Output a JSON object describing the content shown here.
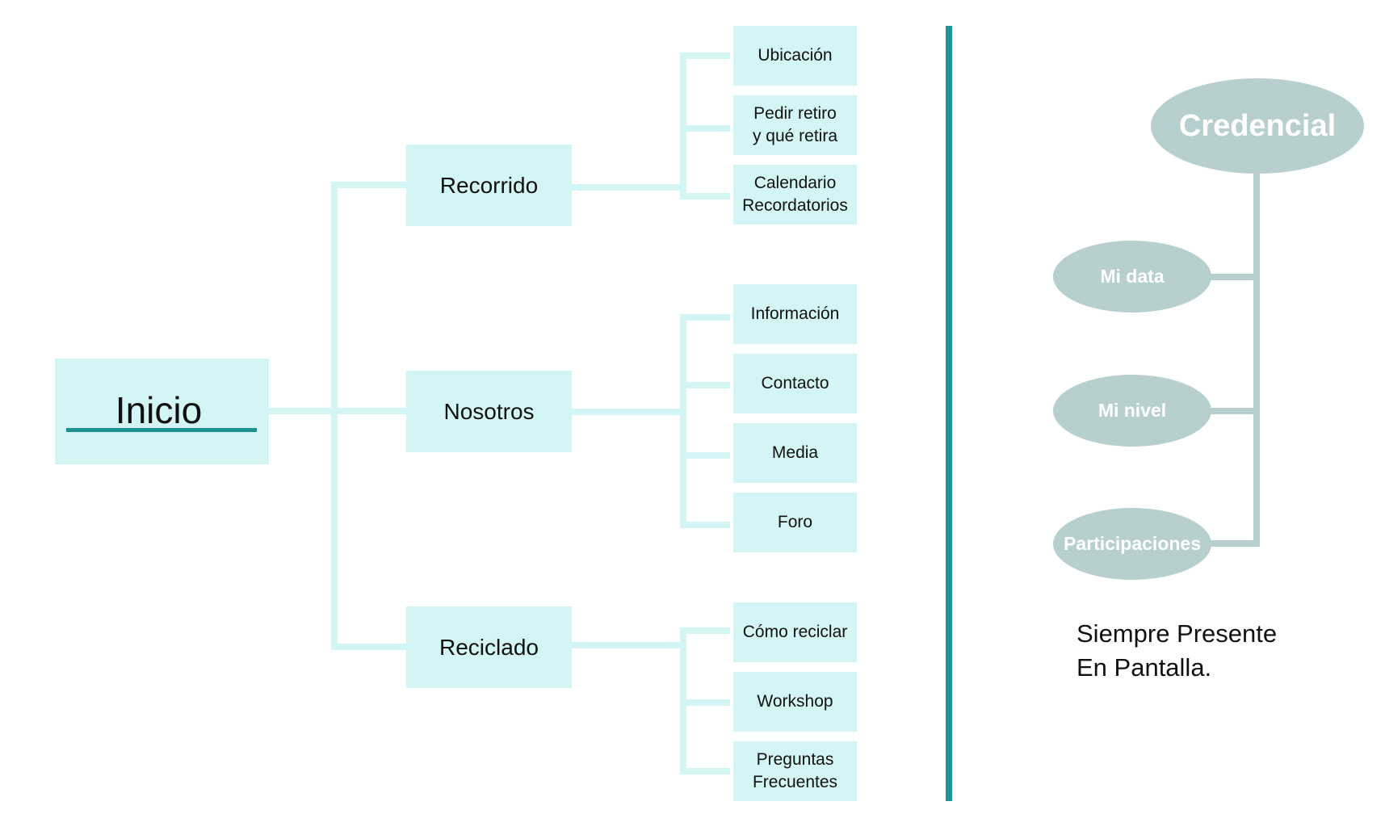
{
  "sitemap": {
    "root": {
      "label": "Inicio"
    },
    "sections": [
      {
        "label": "Recorrido",
        "children": [
          "Ubicación",
          "Pedir retiro\ny qué retira",
          "Calendario\nRecordatorios"
        ]
      },
      {
        "label": "Nosotros",
        "children": [
          "Información",
          "Contacto",
          "Media",
          "Foro"
        ]
      },
      {
        "label": "Reciclado",
        "children": [
          "Cómo reciclar",
          "Workshop",
          "Preguntas\nFrecuentes"
        ]
      }
    ]
  },
  "credential": {
    "label": "Credencial",
    "children": [
      "Mi data",
      "Mi nivel",
      "Participaciones"
    ],
    "note": "Siempre Presente\nEn Pantalla."
  },
  "colors": {
    "box_fill": "#d4f5f5",
    "accent_teal": "#1a9090",
    "ellipse_fill": "#b8cfd0"
  }
}
